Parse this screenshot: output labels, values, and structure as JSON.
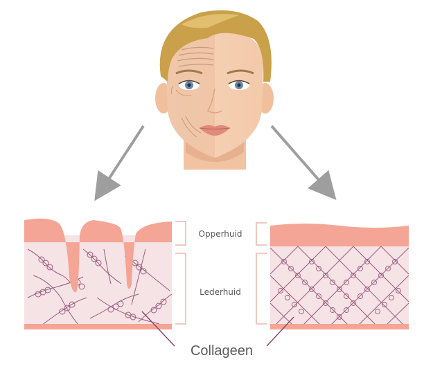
{
  "labels": {
    "epidermis": "Opperhuid",
    "dermis": "Lederhuid",
    "collagen": "Collageen"
  },
  "colors": {
    "skin_top": "#f4a595",
    "dermis_fill": "#f5e3e6",
    "collagen_fiber": "#9a5a7c",
    "arrow": "#9e9e9e",
    "hair": "#caa14a",
    "bracket": "#f0c8c0"
  },
  "panels": [
    {
      "name": "aged-skin",
      "state": "wrinkled"
    },
    {
      "name": "young-skin",
      "state": "smooth"
    }
  ]
}
